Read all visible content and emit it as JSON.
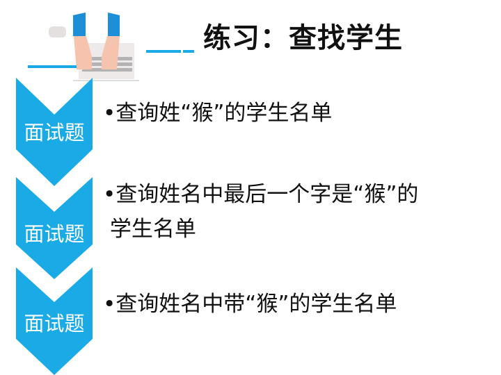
{
  "title": "练习：查找学生",
  "accent_color": "#1aaae6",
  "sections": [
    {
      "label": "面试题",
      "text": "•查询姓“猴”的学生名单"
    },
    {
      "label": "面试题",
      "text_line1": "•查询姓名中最后一个字是“猴”的",
      "text_line2": " 学生名单"
    },
    {
      "label": "面试题",
      "text": "•查询姓名中带“猴”的学生名单"
    }
  ],
  "illustration_icon": "hands-typing-keyboard-icon"
}
